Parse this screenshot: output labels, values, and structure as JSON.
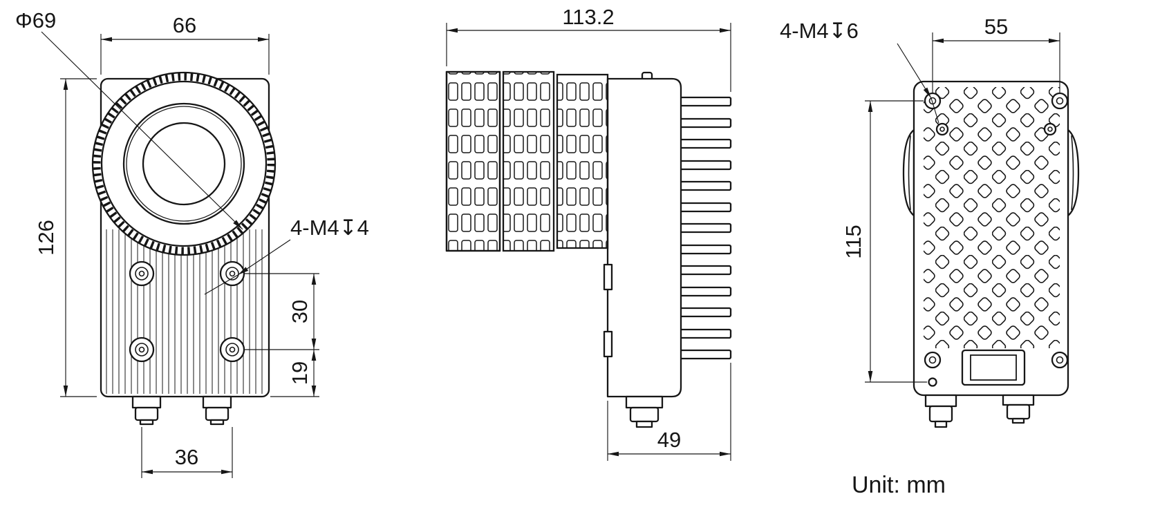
{
  "front_view": {
    "lens_diameter": "Φ69",
    "width": "66",
    "height": "126",
    "mount_thread": "4-M4↧4",
    "hole_spacing_vertical": "30",
    "hole_bottom_offset": "19",
    "connector_spacing": "36"
  },
  "side_view": {
    "length": "113.2",
    "depth": "49"
  },
  "back_view": {
    "mount_thread": "4-M4↧6",
    "hole_spacing_horizontal": "55",
    "hole_spacing_vertical": "115"
  },
  "footer": {
    "unit_label": "Unit: mm"
  }
}
